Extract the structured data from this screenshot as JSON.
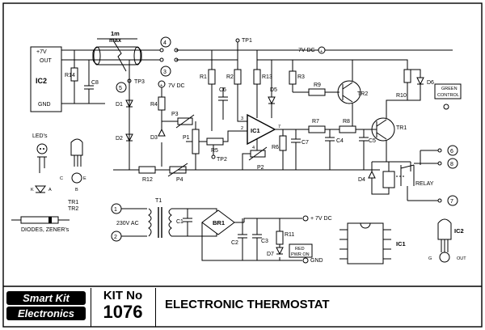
{
  "title_block": {
    "brand_line1": "Smart Kit",
    "brand_line2": "Electronics",
    "kit_label": "KIT No",
    "kit_number": "1076",
    "title": "ELECTRONIC THERMOSTAT"
  },
  "ic2_box": {
    "name": "IC2",
    "pin_plus7v": "+7V",
    "pin_out": "OUT",
    "pin_gnd": "GND"
  },
  "cable": {
    "length_line1": "1m",
    "length_line2": "max"
  },
  "connectors": {
    "c1": "1",
    "c2": "2",
    "c3": "3",
    "c4": "4",
    "c5": "5",
    "c6": "6",
    "c7": "7",
    "c8": "8"
  },
  "test_points": {
    "tp1": "TP1",
    "tp2": "TP2",
    "tp3": "TP3"
  },
  "supply_labels": {
    "v7_top": "7V DC",
    "v7_left": "7V DC",
    "v7_psu": "+ 7V DC",
    "gnd": "GND",
    "ac_in": "230V AC"
  },
  "resistors": {
    "r1": "R1",
    "r2": "R2",
    "r3": "R3",
    "r4": "R4",
    "r5": "R5",
    "r6": "R6",
    "r7": "R7",
    "r8": "R8",
    "r9": "R9",
    "r10": "R10",
    "r11": "R11",
    "r12": "R12",
    "r13": "R13",
    "r14": "R14"
  },
  "capacitors": {
    "c1": "C1",
    "c2": "C2",
    "c3": "C3",
    "c4": "C4",
    "c5": "C5",
    "c6": "C6",
    "c7": "C7",
    "c8": "C8"
  },
  "pots": {
    "p1": "P1",
    "p2": "P2",
    "p3": "P3",
    "p4": "P4"
  },
  "diodes": {
    "d1": "D1",
    "d2": "D2",
    "d3": "D3",
    "d4": "D4",
    "d5": "D5",
    "d6": "D6",
    "d7": "D7"
  },
  "semis": {
    "tr1": "TR1",
    "tr2": "TR2",
    "ic1": "IC1",
    "ic1_pin2": "2",
    "ic1_pin3": "3",
    "ic1_pin4": "4",
    "ic1_pin7": "7",
    "t1": "T1",
    "br1": "BR1",
    "relay": "RELAY"
  },
  "tags": {
    "green_line1": "GREEN",
    "green_line2": "CONTROL",
    "red_line1": "RED",
    "red_line2": "PWR ON"
  },
  "legend": {
    "leds": "LED's",
    "tr_line1": "TR1",
    "tr_line2": "TR2",
    "diodes": "DIODES, ZENER's",
    "pin_c": "C",
    "pin_e": "E",
    "pin_b": "B",
    "pin_k": "K",
    "pin_a": "A",
    "ic1_label": "IC1",
    "ic2_label": "IC2",
    "ic2_g": "G",
    "ic2_out": "OUT"
  }
}
